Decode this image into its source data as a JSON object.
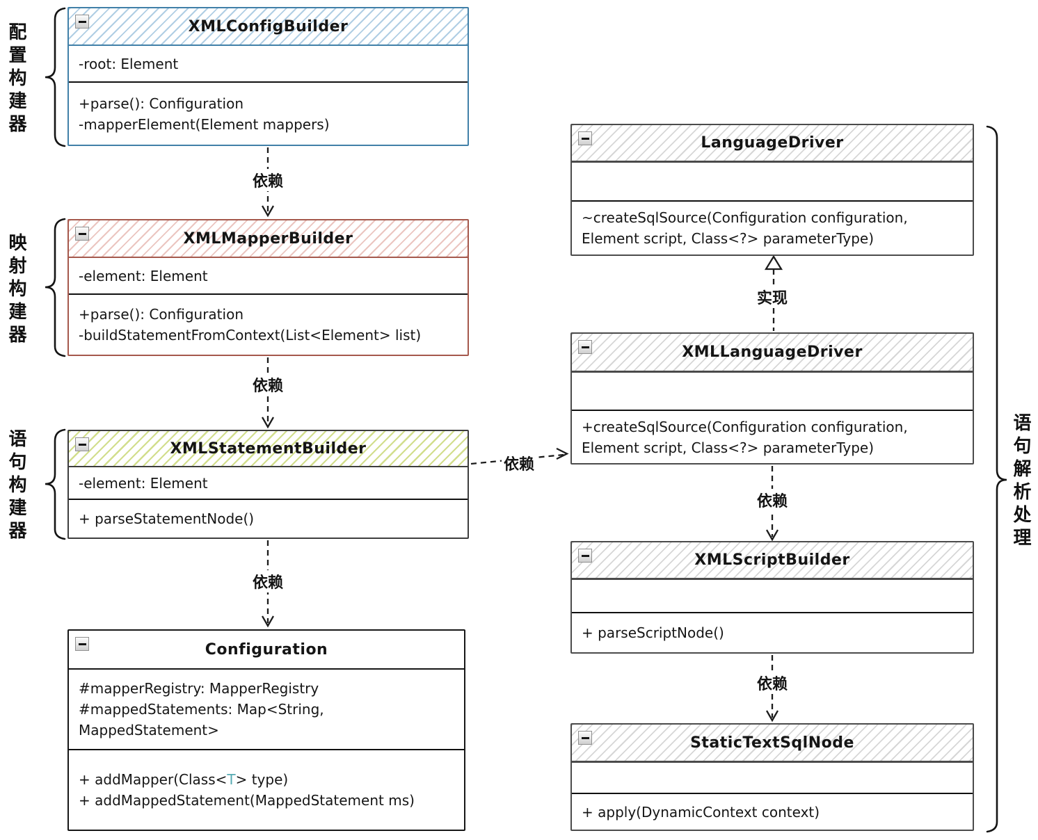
{
  "diagram": {
    "groups": {
      "left": [
        {
          "label": "配置构建器"
        },
        {
          "label": "映射构建器"
        },
        {
          "label": "语句构建器"
        }
      ],
      "right": {
        "label": "语句解析处理"
      }
    },
    "classes": [
      {
        "name": "XMLConfigBuilder",
        "theme": "blue",
        "attributes": [
          {
            "t": "-root: Element"
          }
        ],
        "methods": [
          {
            "t": "+parse(): Configuration"
          },
          {
            "t": "-mapperElement(Element mappers)"
          }
        ]
      },
      {
        "name": "XMLMapperBuilder",
        "theme": "red",
        "attributes": [
          {
            "t": "-element: Element"
          }
        ],
        "methods": [
          {
            "t": "+parse(): Configuration"
          },
          {
            "t": "-buildStatementFromContext(List<Element> list)"
          }
        ]
      },
      {
        "name": "XMLStatementBuilder",
        "theme": "green",
        "attributes": [
          {
            "t": "-element: Element"
          }
        ],
        "methods": [
          {
            "t": "+ parseStatementNode()"
          }
        ]
      },
      {
        "name": "Configuration",
        "theme": "plain",
        "attributes": [
          {
            "t": "#mapperRegistry: MapperRegistry"
          },
          {
            "t": "#mappedStatements: Map<String,\nMappedStatement>"
          }
        ],
        "methods": [
          {
            "segments": [
              {
                "t": "+ addMapper(Class<"
              },
              {
                "t": "T",
                "accent": true
              },
              {
                "t": "> type)"
              }
            ]
          },
          {
            "t": "+ addMappedStatement(MappedStatement ms)"
          }
        ]
      },
      {
        "name": "LanguageDriver",
        "theme": "gray",
        "attributes": [],
        "methods": [
          {
            "t": "~createSqlSource(Configuration configuration,\nElement script, Class<?> parameterType)"
          }
        ]
      },
      {
        "name": "XMLLanguageDriver",
        "theme": "gray",
        "attributes": [],
        "methods": [
          {
            "t": "+createSqlSource(Configuration configuration,\nElement script, Class<?> parameterType)"
          }
        ]
      },
      {
        "name": "XMLScriptBuilder",
        "theme": "gray",
        "attributes": [],
        "methods": [
          {
            "t": "+ parseScriptNode()"
          }
        ]
      },
      {
        "name": "StaticTextSqlNode",
        "theme": "gray",
        "attributes": [],
        "methods": [
          {
            "t": "+ apply(DynamicContext context)"
          }
        ]
      }
    ],
    "edges": [
      {
        "label": "依赖",
        "type": "dependency",
        "from": "XMLConfigBuilder",
        "to": "XMLMapperBuilder"
      },
      {
        "label": "依赖",
        "type": "dependency",
        "from": "XMLMapperBuilder",
        "to": "XMLStatementBuilder"
      },
      {
        "label": "依赖",
        "type": "dependency",
        "from": "XMLStatementBuilder",
        "to": "Configuration"
      },
      {
        "label": "依赖",
        "type": "dependency",
        "from": "XMLStatementBuilder",
        "to": "XMLLanguageDriver"
      },
      {
        "label": "实现",
        "type": "realization",
        "from": "XMLLanguageDriver",
        "to": "LanguageDriver"
      },
      {
        "label": "依赖",
        "type": "dependency",
        "from": "XMLLanguageDriver",
        "to": "XMLScriptBuilder"
      },
      {
        "label": "依赖",
        "type": "dependency",
        "from": "XMLScriptBuilder",
        "to": "StaticTextSqlNode"
      }
    ],
    "colors": {
      "blue_border": "#4180a8",
      "red_border": "#a5584c",
      "green_hatch": "#b9cc4e",
      "gray_border": "#4b4b4b",
      "plain_border": "#161616",
      "accent_teal": "#55aab2",
      "line": "#1c1c1c"
    }
  }
}
